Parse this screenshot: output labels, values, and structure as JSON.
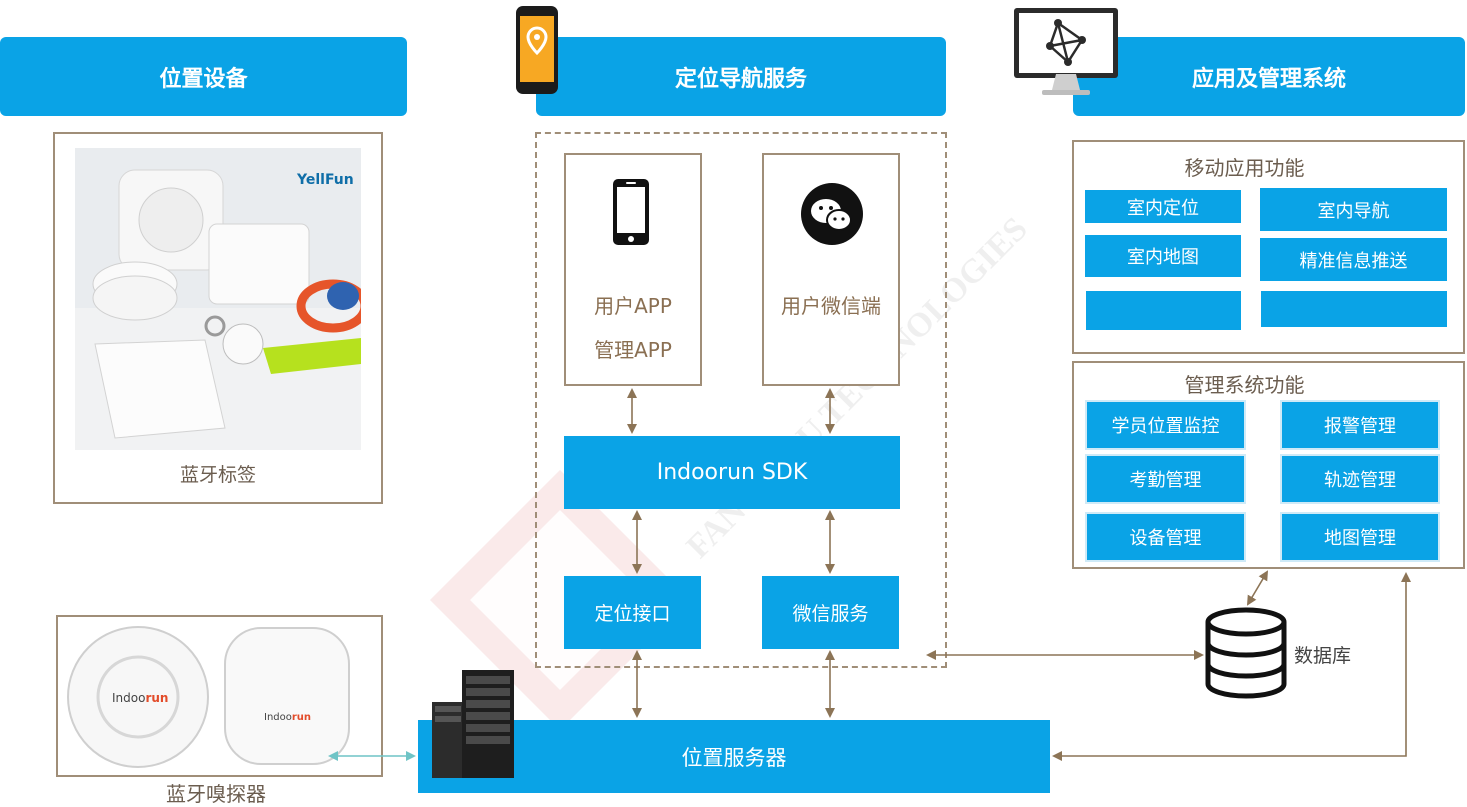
{
  "headers": {
    "devices": "位置设备",
    "nav": "定位导航服务",
    "apps": "应用及管理系统"
  },
  "device_panel": {
    "tag_label": "蓝牙标签",
    "sniffer_label": "蓝牙嗅探器",
    "tag_brand": "YellFun",
    "sniffer_brand_a": "Indoo",
    "sniffer_brand_b": "run"
  },
  "nav_panel": {
    "user_app": "用户APP",
    "admin_app": "管理APP",
    "wechat_client": "用户微信端",
    "sdk": "Indoorun SDK",
    "location_api": "定位接口",
    "wechat_service": "微信服务",
    "location_server": "位置服务器"
  },
  "mobile_panel": {
    "title": "移动应用功能",
    "items": [
      "室内定位",
      "室内导航",
      "室内地图",
      "精准信息推送",
      "",
      ""
    ]
  },
  "mgmt_panel": {
    "title": "管理系统功能",
    "items": [
      "学员位置监控",
      "报警管理",
      "考勤管理",
      "轨迹管理",
      "设备管理",
      "地图管理"
    ]
  },
  "database": "数据库",
  "watermark": "FANG HOU TECHNOLOGIES",
  "colors": {
    "accent": "#0aa3e6",
    "frame": "#a08e78",
    "arrow": "#8c7456"
  }
}
